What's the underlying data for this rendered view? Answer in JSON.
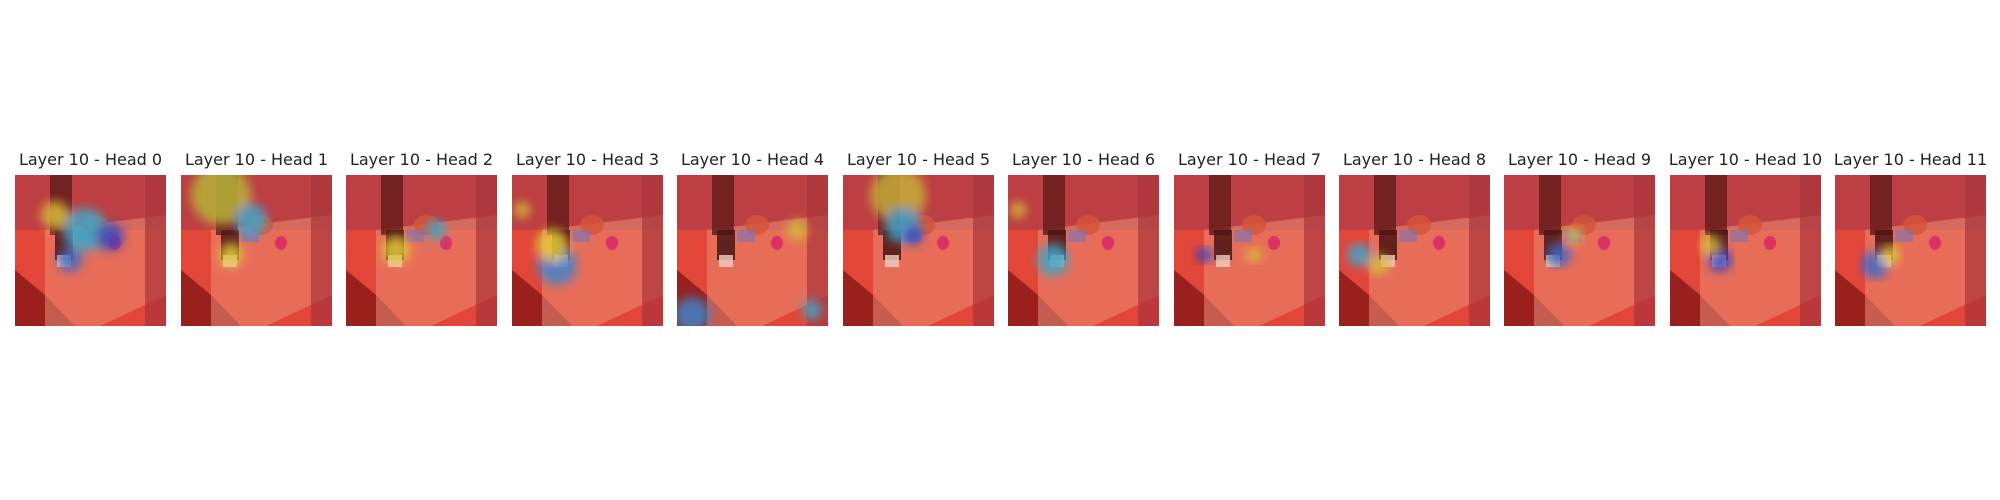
{
  "panels": [
    {
      "title": "Layer 10 - Head 0"
    },
    {
      "title": "Layer 10 - Head 1"
    },
    {
      "title": "Layer 10 - Head 2"
    },
    {
      "title": "Layer 10 - Head 3"
    },
    {
      "title": "Layer 10 - Head 4"
    },
    {
      "title": "Layer 10 - Head 5"
    },
    {
      "title": "Layer 10 - Head 6"
    },
    {
      "title": "Layer 10 - Head 7"
    },
    {
      "title": "Layer 10 - Head 8"
    },
    {
      "title": "Layer 10 - Head 9"
    },
    {
      "title": "Layer 10 - Head 10"
    },
    {
      "title": "Layer 10 - Head 11"
    }
  ],
  "colors": {
    "title_text": "#222222",
    "heat_low": "#8b1a1a",
    "heat_mid": "#e8493b",
    "heat_high": "#f39a80",
    "attention_yellow": "#d9d33a",
    "attention_cyan": "#33c6d8",
    "attention_blue": "#1e3fd0",
    "object_pink": "#e0336d"
  }
}
